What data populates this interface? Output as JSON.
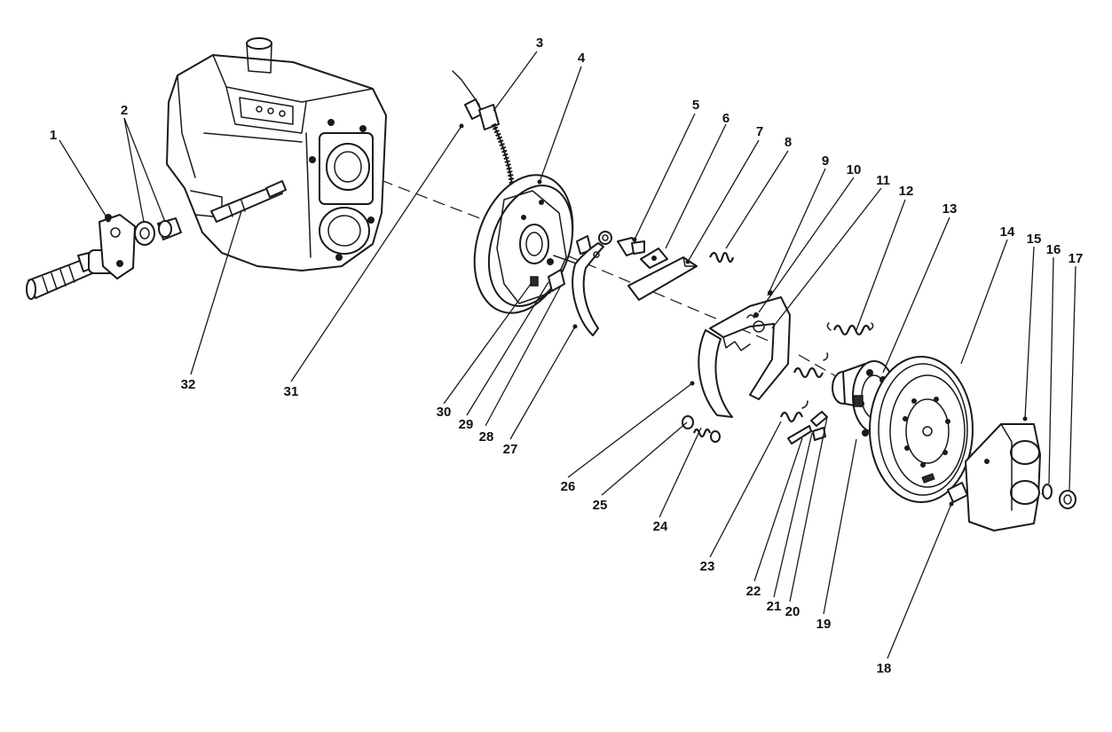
{
  "diagram": {
    "callouts": [
      "1",
      "2",
      "3",
      "4",
      "5",
      "6",
      "7",
      "8",
      "9",
      "10",
      "11",
      "12",
      "13",
      "14",
      "15",
      "16",
      "17",
      "18",
      "19",
      "20",
      "21",
      "22",
      "23",
      "24",
      "25",
      "26",
      "27",
      "28",
      "29",
      "30",
      "31",
      "32"
    ]
  },
  "colors": {
    "ink": "#1a1a1a",
    "paper": "#ffffff"
  }
}
